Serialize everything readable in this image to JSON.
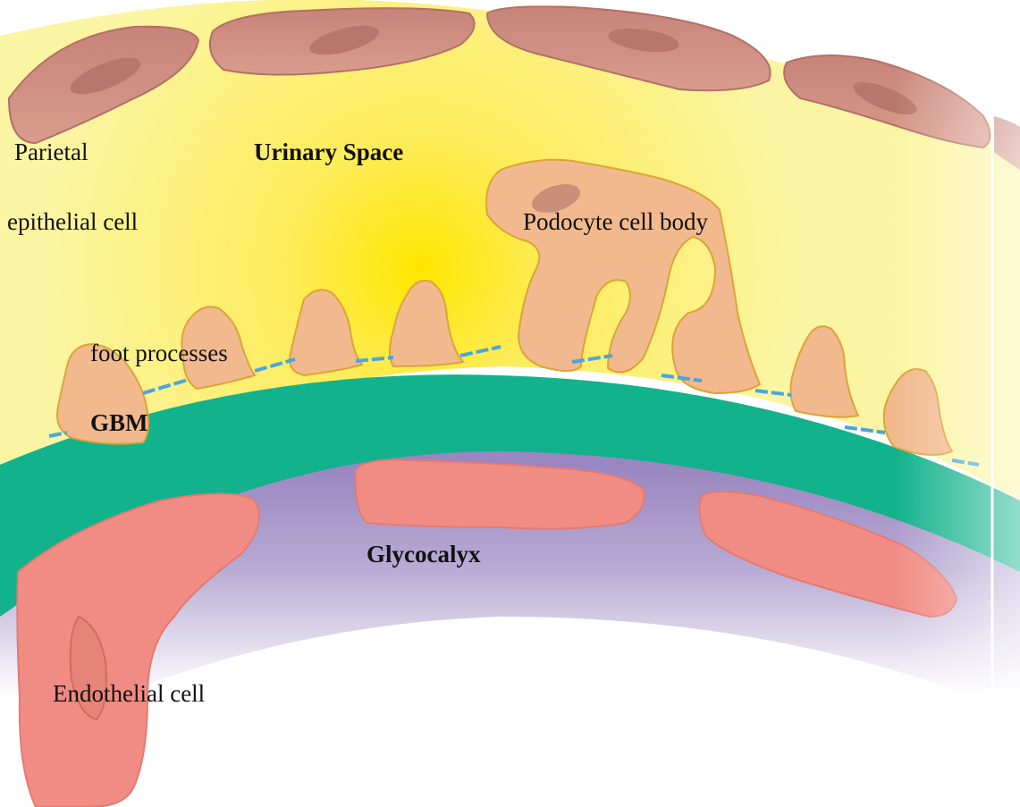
{
  "labels": {
    "parietal_line1": "Parietal",
    "parietal_line2": "epithelial cell",
    "urinary_space": "Urinary Space",
    "podocyte": "Podocyte cell body",
    "foot_processes": "foot processes",
    "gbm": "GBM",
    "glycocalyx": "Glycocalyx",
    "endothelial": "Endothelial cell"
  },
  "colors": {
    "urinary_space": "#fbf5a3",
    "urinary_space_glow": "#ffe81a",
    "parietal_cell": "#cf8f80",
    "podocyte": "#f2b98e",
    "podocyte_outline": "#dba437",
    "slit_diaphragm": "#5aaee0",
    "gbm": "#12b28c",
    "glycocalyx": "#a491c4",
    "endothelial": "#f08c84"
  }
}
